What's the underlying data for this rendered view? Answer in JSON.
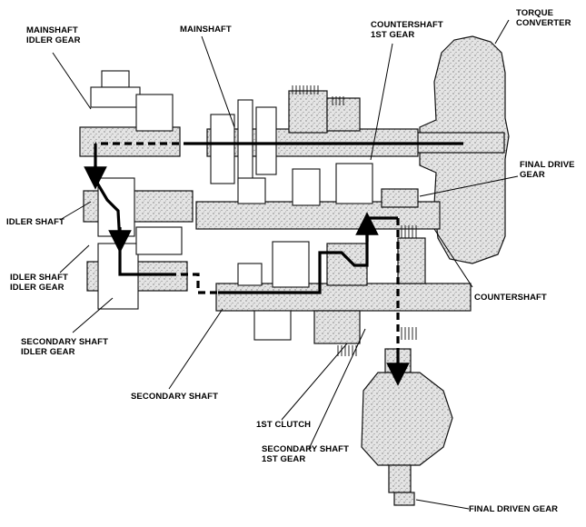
{
  "labels": {
    "mainshaft_idler_gear": [
      "MAINSHAFT",
      "IDLER GEAR"
    ],
    "mainshaft": [
      "MAINSHAFT"
    ],
    "countershaft_1st_gear": [
      "COUNTERSHAFT",
      "1ST GEAR"
    ],
    "torque_converter": [
      "TORQUE",
      "CONVERTER"
    ],
    "final_drive_gear": [
      "FINAL DRIVE",
      "GEAR"
    ],
    "idler_shaft": [
      "IDLER SHAFT"
    ],
    "idler_shaft_idler_gear": [
      "IDLER SHAFT",
      "IDLER GEAR"
    ],
    "countershaft": [
      "COUNTERSHAFT"
    ],
    "secondary_shaft_idler_gear": [
      "SECONDARY SHAFT",
      "IDLER GEAR"
    ],
    "secondary_shaft": [
      "SECONDARY SHAFT"
    ],
    "first_clutch": [
      "1ST CLUTCH"
    ],
    "secondary_shaft_1st_gear": [
      "SECONDARY SHAFT",
      "1ST GEAR"
    ],
    "final_driven_gear": [
      "FINAL DRIVEN GEAR"
    ]
  }
}
